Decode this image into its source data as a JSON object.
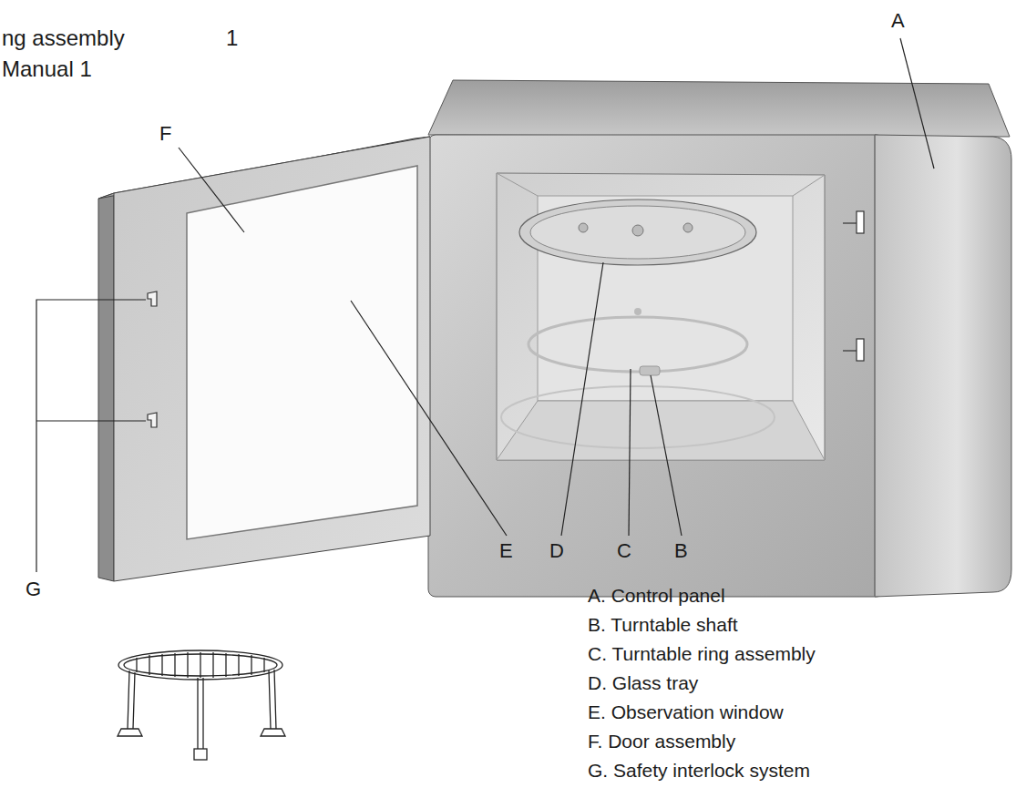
{
  "diagram": {
    "labels": [
      "ng assembly",
      "1",
      "Manual 1",
      "A",
      "F",
      "G",
      "E",
      "D",
      "C",
      "B",
      "A. Control panel",
      "B. Turntable shaft",
      "C. Turntable ring assembly",
      "D. Glass tray",
      "E. Observation window",
      "F. Door assembly",
      "G. Safety interlock system"
    ]
  }
}
